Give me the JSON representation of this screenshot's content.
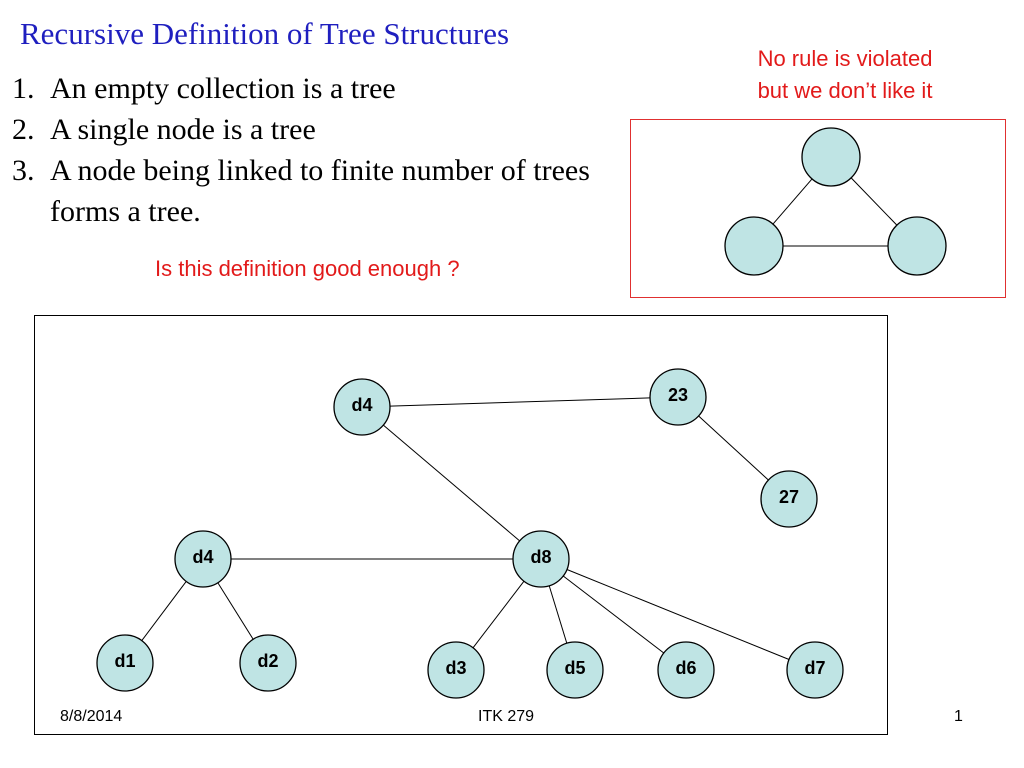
{
  "title": "Recursive Definition of Tree Structures",
  "rules": [
    {
      "number": "1.",
      "text": "An empty collection is  a tree"
    },
    {
      "number": "2.",
      "text": "A single node is a tree"
    },
    {
      "number": "3.",
      "text": "A node being linked to finite number of trees forms  a tree."
    }
  ],
  "note": {
    "line1": "No rule is violated",
    "line2": "but we don’t like it"
  },
  "question": "Is this definition good enough ?",
  "triangle": {
    "nodes": [
      {
        "id": "tri-top",
        "label": ""
      },
      {
        "id": "tri-left",
        "label": ""
      },
      {
        "id": "tri-right",
        "label": ""
      }
    ],
    "edges": [
      [
        "tri-top",
        "tri-left"
      ],
      [
        "tri-top",
        "tri-right"
      ],
      [
        "tri-left",
        "tri-right"
      ]
    ]
  },
  "graph": {
    "nodes": [
      {
        "id": "d4-top",
        "label": "d4"
      },
      {
        "id": "n23",
        "label": "23"
      },
      {
        "id": "n27",
        "label": "27"
      },
      {
        "id": "d4-left",
        "label": "d4"
      },
      {
        "id": "d8",
        "label": "d8"
      },
      {
        "id": "d1",
        "label": "d1"
      },
      {
        "id": "d2",
        "label": "d2"
      },
      {
        "id": "d3",
        "label": "d3"
      },
      {
        "id": "d5",
        "label": "d5"
      },
      {
        "id": "d6",
        "label": "d6"
      },
      {
        "id": "d7",
        "label": "d7"
      }
    ],
    "edges": [
      [
        "d4-top",
        "n23"
      ],
      [
        "n23",
        "n27"
      ],
      [
        "d4-top",
        "d8"
      ],
      [
        "d4-left",
        "d8"
      ],
      [
        "d4-left",
        "d1"
      ],
      [
        "d4-left",
        "d2"
      ],
      [
        "d8",
        "d3"
      ],
      [
        "d8",
        "d5"
      ],
      [
        "d8",
        "d6"
      ],
      [
        "d8",
        "d7"
      ]
    ]
  },
  "colors": {
    "title": "#1f1fbf",
    "note_red": "#e21a1a",
    "box_border": "#e03030",
    "node_fill": "#bfe4e4"
  },
  "footer": {
    "date": "8/8/2014",
    "course": "ITK 279",
    "page": "1"
  }
}
